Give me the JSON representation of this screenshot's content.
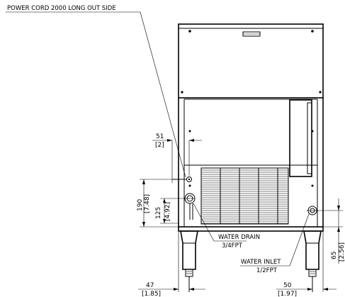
{
  "callouts": {
    "power_cord": "POWER CORD 2000 LONG OUT SIDE",
    "water_drain": "WATER DRAIN",
    "water_drain_size": "3/4FPT",
    "water_inlet": "WATER INLET",
    "water_inlet_size": "1/2FPT"
  },
  "dimensions": {
    "cord_offset_mm": "51",
    "cord_offset_in": "[2]",
    "drain_height_mm": "190",
    "drain_height_in": "[7.48]",
    "drain_center_mm": "125",
    "drain_center_in": "[4.92]",
    "left_leg_mm": "47",
    "left_leg_in": "[1.85]",
    "right_leg_mm": "50",
    "right_leg_in": "[1.97]",
    "inlet_height_mm": "65",
    "inlet_height_in": "[2.56]"
  }
}
